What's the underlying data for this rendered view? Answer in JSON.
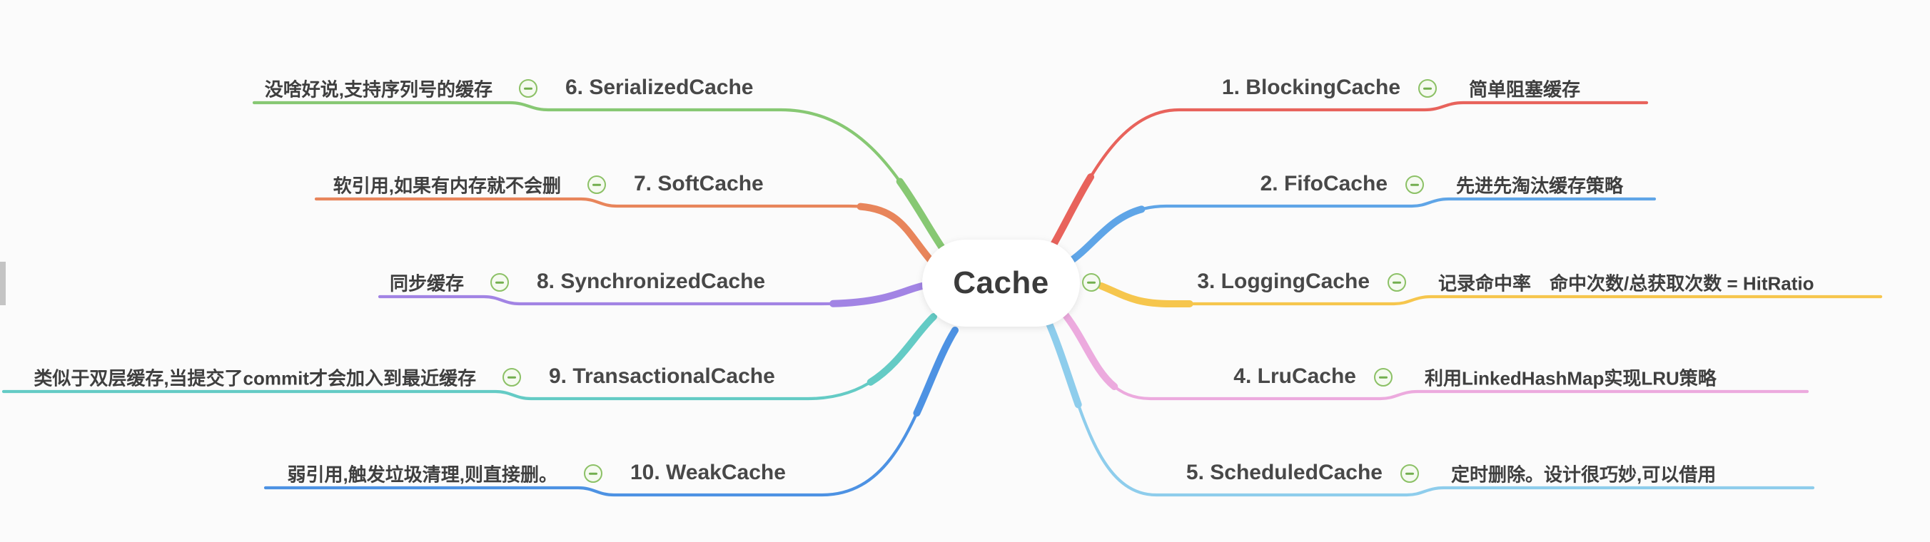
{
  "app": {
    "kind": "mindmap",
    "background": "#fbfbfb"
  },
  "center": {
    "label": "Cache",
    "collapse_icon": "minus-circle-icon"
  },
  "branches": {
    "right": [
      {
        "label": "1. BlockingCache",
        "note": "简单阻塞缓存",
        "color": "#e8635c",
        "collapse_icon": "minus-circle-icon"
      },
      {
        "label": "2. FifoCache",
        "note": "先进先淘汰缓存策略",
        "color": "#5fa5e7",
        "collapse_icon": "minus-circle-icon"
      },
      {
        "label": "3. LoggingCache",
        "note": "记录命中率　命中次数/总获取次数 = HitRatio",
        "color": "#f6c64d",
        "collapse_icon": "minus-circle-icon"
      },
      {
        "label": "4. LruCache",
        "note": "利用LinkedHashMap实现LRU策略",
        "color": "#ecaade",
        "collapse_icon": "minus-circle-icon"
      },
      {
        "label": "5. ScheduledCache",
        "note": "定时删除。设计很巧妙,可以借用",
        "color": "#8ecdec",
        "collapse_icon": "minus-circle-icon"
      }
    ],
    "left": [
      {
        "label": "6. SerializedCache",
        "note": "没啥好说,支持序列号的缓存",
        "color": "#87c873",
        "collapse_icon": "minus-circle-icon"
      },
      {
        "label": "7. SoftCache",
        "note": "软引用,如果有内存就不会删",
        "color": "#e8855b",
        "collapse_icon": "minus-circle-icon"
      },
      {
        "label": "8. SynchronizedCache",
        "note": "同步缓存",
        "color": "#a284e4",
        "collapse_icon": "minus-circle-icon"
      },
      {
        "label": "9. TransactionalCache",
        "note": "类似于双层缓存,当提交了commit才会加入到最近缓存",
        "color": "#64cbc5",
        "collapse_icon": "minus-circle-icon"
      },
      {
        "label": "10. WeakCache",
        "note": "弱引用,触发垃圾清理,则直接删。",
        "color": "#4d92e3",
        "collapse_icon": "minus-circle-icon"
      }
    ]
  },
  "ui": {
    "topic_text_color": "#484848",
    "note_text_color": "#3f3f3f",
    "collapse_icon_border": "#8cc166",
    "collapse_icon_fill": "#f5faf0",
    "collapse_icon_glyph": "#72ae4e",
    "central_fill": "#ffffff",
    "scrollbar_thumb_color": "#c4c4c4"
  }
}
